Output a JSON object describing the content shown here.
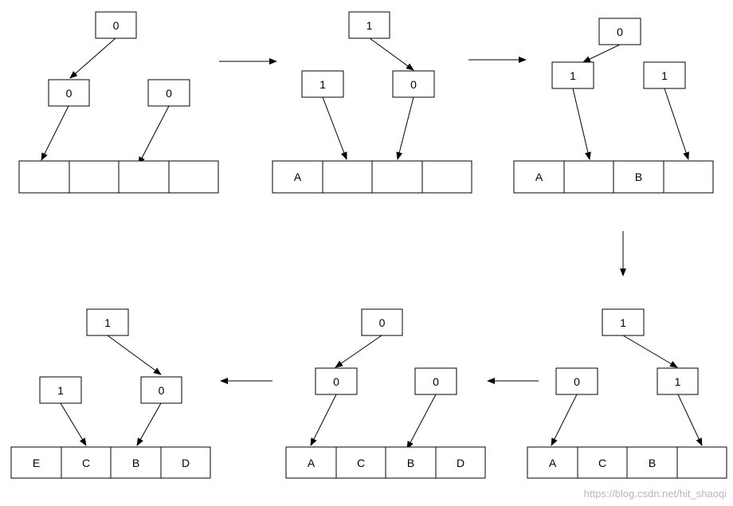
{
  "colors": {
    "stroke": "#000000",
    "background": "#ffffff",
    "watermark": "#b8b8b8"
  },
  "panels": [
    {
      "root": "0",
      "left": "0",
      "right": "0",
      "cells": [
        "",
        "",
        "",
        ""
      ]
    },
    {
      "root": "1",
      "left": "1",
      "right": "0",
      "cells": [
        "A",
        "",
        "",
        ""
      ]
    },
    {
      "root": "0",
      "left": "1",
      "right": "1",
      "cells": [
        "A",
        "",
        "B",
        ""
      ]
    },
    {
      "root": "1",
      "left": "0",
      "right": "1",
      "cells": [
        "A",
        "C",
        "B",
        ""
      ]
    },
    {
      "root": "0",
      "left": "0",
      "right": "0",
      "cells": [
        "A",
        "C",
        "B",
        "D"
      ]
    },
    {
      "root": "1",
      "left": "1",
      "right": "0",
      "cells": [
        "E",
        "C",
        "B",
        "D"
      ]
    }
  ],
  "watermark": "https://blog.csdn.net/hit_shaoqi"
}
